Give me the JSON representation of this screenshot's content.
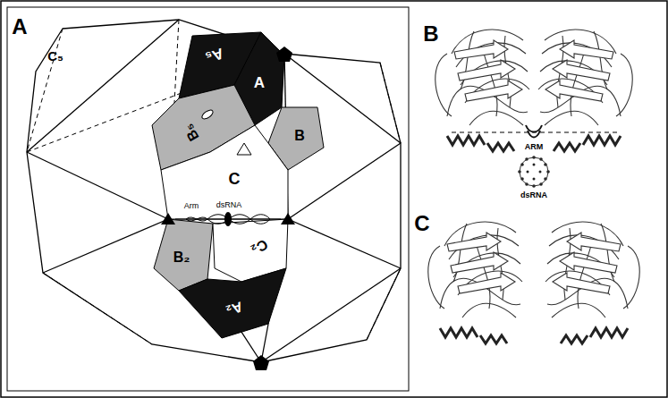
{
  "diagram": {
    "labels": [
      "A",
      "B",
      "C",
      "A₅",
      "A",
      "B₅",
      "B",
      "C₅",
      "C",
      "dsRNA",
      "Arm",
      "B₂",
      "C₂",
      "A₂",
      "ARM",
      "dsRNA"
    ]
  }
}
